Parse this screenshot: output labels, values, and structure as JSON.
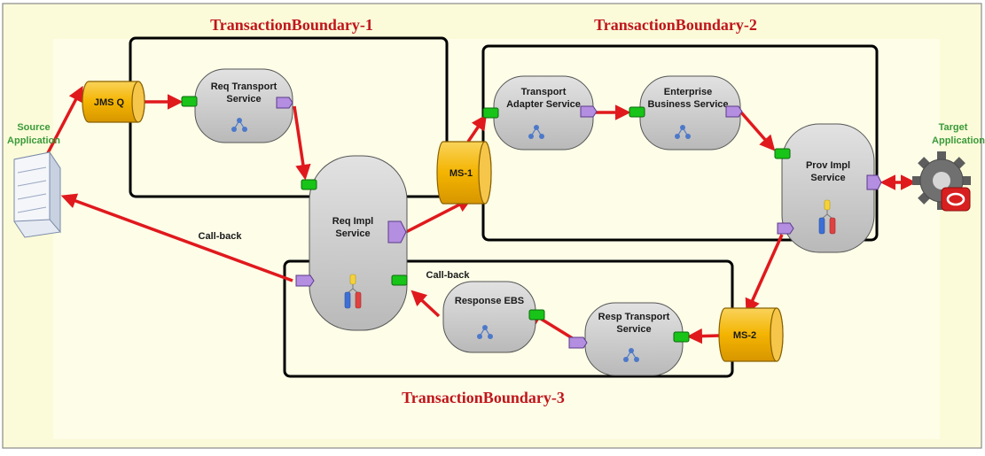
{
  "colors": {
    "background": "#fbfbd9",
    "inner_background": "#fdfde8",
    "boundary_title": "#c0161b",
    "arrow": "#e0191d",
    "external_label": "#3a9a3a",
    "queue_fill": "#f4b400",
    "service_fill": "#c9c9c9",
    "inbound_port": "#18c418",
    "outbound_port": "#b48ee0"
  },
  "boundaries": [
    {
      "title": "TransactionBoundary-1"
    },
    {
      "title": "TransactionBoundary-2"
    },
    {
      "title": "TransactionBoundary-3"
    }
  ],
  "externals": {
    "source": {
      "line1": "Source",
      "line2": "Application",
      "icon": "server-icon"
    },
    "target": {
      "line1": "Target",
      "line2": "Application",
      "icon": "gear-icon"
    }
  },
  "queues": {
    "jms_q": "JMS Q",
    "ms1": "MS-1",
    "ms2": "MS-2"
  },
  "services": {
    "req_transport": {
      "line1": "Req Transport",
      "line2": "Service"
    },
    "req_impl": {
      "line1": "Req Impl",
      "line2": "Service"
    },
    "transport_adapter": {
      "line1": "Transport",
      "line2": "Adapter Service"
    },
    "enterprise_business": {
      "line1": "Enterprise",
      "line2": "Business Service"
    },
    "prov_impl": {
      "line1": "Prov Impl",
      "line2": "Service"
    },
    "response_ebs": {
      "line1": "Response EBS"
    },
    "resp_transport": {
      "line1": "Resp Transport",
      "line2": "Service"
    }
  },
  "edge_labels": {
    "callback_left": "Call-back",
    "callback_inner": "Call-back"
  }
}
